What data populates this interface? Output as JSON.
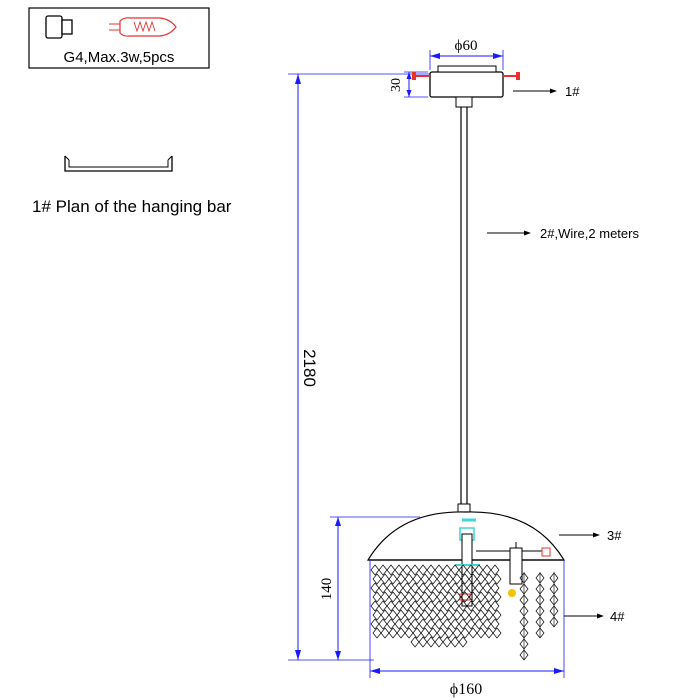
{
  "bulb_box": {
    "text": "G4,Max.3w,5pcs"
  },
  "hanging_bar": {
    "caption": "1# Plan of the hanging bar"
  },
  "dimensions": {
    "total_height": "2180",
    "canopy_diameter": "ϕ60",
    "canopy_height": "30",
    "body_height": "140",
    "body_diameter": "ϕ160"
  },
  "callouts": {
    "part1": "1#",
    "part2": "2#,Wire,2 meters",
    "part3": "3#",
    "part4": "4#"
  },
  "colors": {
    "line": "#000000",
    "dimension_blue": "#1a1aff",
    "screw_red": "#e83030",
    "bulb_red": "#e83030",
    "accent_cyan": "#3fd6d6",
    "accent_yellow": "#f2c400"
  }
}
